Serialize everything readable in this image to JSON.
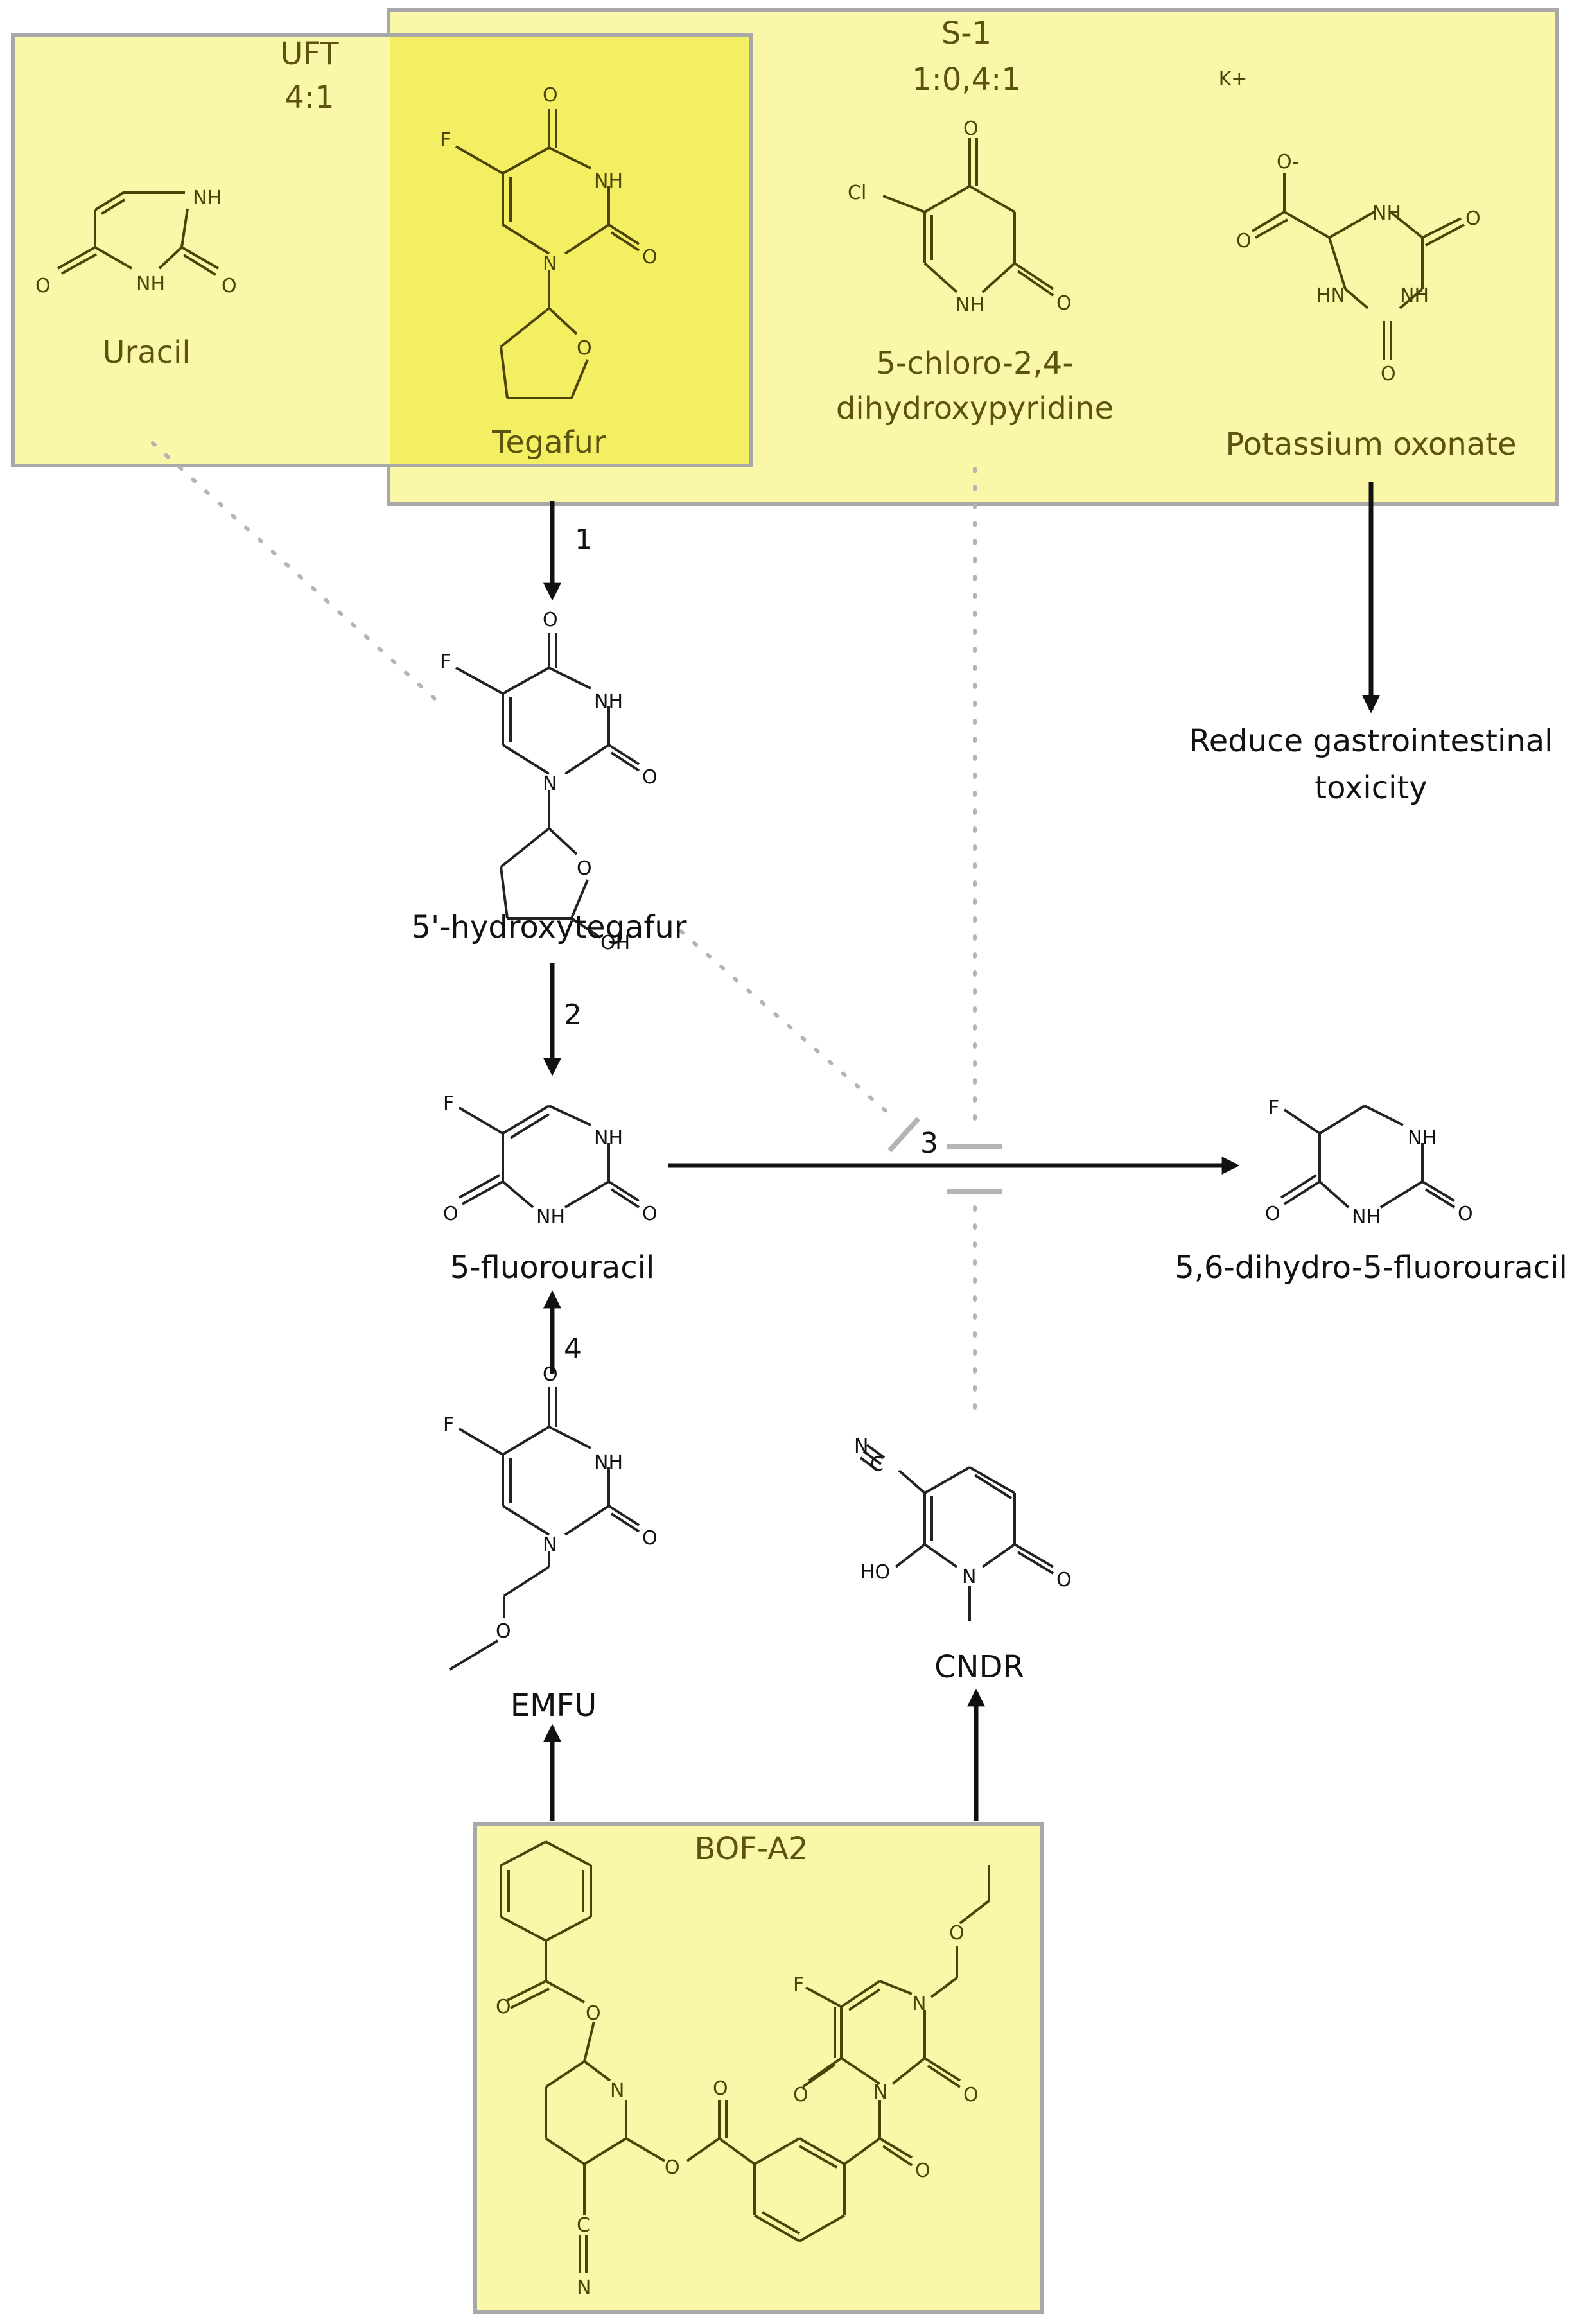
{
  "boxes": {
    "uft": {
      "title": "UFT",
      "ratio": "4:1"
    },
    "s1": {
      "title": "S-1",
      "ratio": "1:0,4:1",
      "cation": "K+"
    },
    "bof": {
      "title": "BOF-A2"
    }
  },
  "compounds": {
    "uracil": "Uracil",
    "tegafur": "Tegafur",
    "cdhp_line1": "5-chloro-2,4-",
    "cdhp_line2": "dihydroxypyridine",
    "oxonate": "Potassium oxonate",
    "hydroxytegafur": "5'-hydroxytegafur",
    "fu": "5-fluorouracil",
    "dhfu": "5,6-dihydro-5-fluorouracil",
    "emfu": "EMFU",
    "cndr": "CNDR"
  },
  "effects": {
    "gi_line1": "Reduce gastrointestinal",
    "gi_line2": "toxicity"
  },
  "steps": {
    "s1": "1",
    "s2": "2",
    "s3": "3",
    "s4": "4"
  },
  "atoms": {
    "F": "F",
    "Cl": "Cl",
    "NH": "NH",
    "HN": "HN",
    "N": "N",
    "O": "O",
    "OH": "OH",
    "HO": "HO",
    "Ominus": "O-"
  },
  "colors": {
    "highlight": "#fbf7a8",
    "tegafur_highlight": "#f4ee63",
    "box_border": "#a8a8a8",
    "inhibit_line": "#b4b4b4"
  }
}
